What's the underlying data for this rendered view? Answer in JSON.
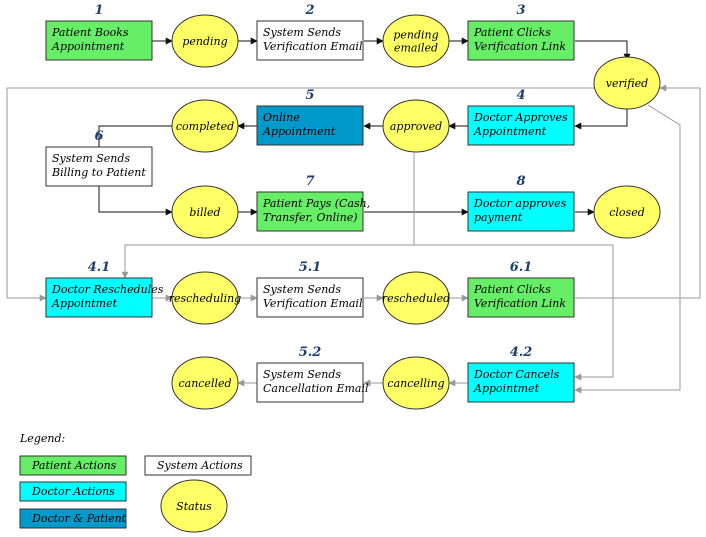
{
  "colors": {
    "patient": "#66ee66",
    "doctor": "#00ffff",
    "both": "#0099cc",
    "system": "#ffffff",
    "status": "#ffff66"
  },
  "nodes": {
    "n1": {
      "number": "1",
      "lines": [
        "Patient Books",
        "Appointment"
      ]
    },
    "s_pending": {
      "lines": [
        "pending"
      ]
    },
    "n2": {
      "number": "2",
      "lines": [
        "System Sends",
        "Verification Email"
      ]
    },
    "s_pending_emailed": {
      "lines": [
        "pending",
        "emailed"
      ]
    },
    "n3": {
      "number": "3",
      "lines": [
        "Patient Clicks",
        "Verification Link"
      ]
    },
    "s_verified": {
      "lines": [
        "verified"
      ]
    },
    "n4": {
      "number": "4",
      "lines": [
        "Doctor Approves",
        "Appointment"
      ]
    },
    "s_approved": {
      "lines": [
        "approved"
      ]
    },
    "n5": {
      "number": "5",
      "lines": [
        "Online",
        "Appointment"
      ]
    },
    "s_completed": {
      "lines": [
        "completed"
      ]
    },
    "n6": {
      "number": "6",
      "lines": [
        "System Sends",
        "Billing to Patient"
      ]
    },
    "s_billed": {
      "lines": [
        "billed"
      ]
    },
    "n7": {
      "number": "7",
      "lines": [
        "Patient Pays (Cash,",
        "Transfer, Online)"
      ]
    },
    "n8": {
      "number": "8",
      "lines": [
        "Doctor approves",
        "payment"
      ]
    },
    "s_closed": {
      "lines": [
        "closed"
      ]
    },
    "n41": {
      "number": "4.1",
      "lines": [
        "Doctor Reschedules",
        "Appointmet"
      ]
    },
    "s_rescheduling": {
      "lines": [
        "rescheduling"
      ]
    },
    "n51": {
      "number": "5.1",
      "lines": [
        "System Sends",
        "Verification Email"
      ]
    },
    "s_rescheduled": {
      "lines": [
        "rescheduled"
      ]
    },
    "n61": {
      "number": "6.1",
      "lines": [
        "Patient Clicks",
        "Verification Link"
      ]
    },
    "s_cancelled": {
      "lines": [
        "cancelled"
      ]
    },
    "n52": {
      "number": "5.2",
      "lines": [
        "System Sends",
        "Cancellation Email"
      ]
    },
    "s_cancelling": {
      "lines": [
        "cancelling"
      ]
    },
    "n42": {
      "number": "4.2",
      "lines": [
        "Doctor Cancels",
        "Appointmet"
      ]
    }
  },
  "legend": {
    "title": "Legend:",
    "patient": "Patient Actions",
    "doctor": "Doctor Actions",
    "both": "Doctor & Patient",
    "system": "System Actions",
    "status": "Status"
  }
}
